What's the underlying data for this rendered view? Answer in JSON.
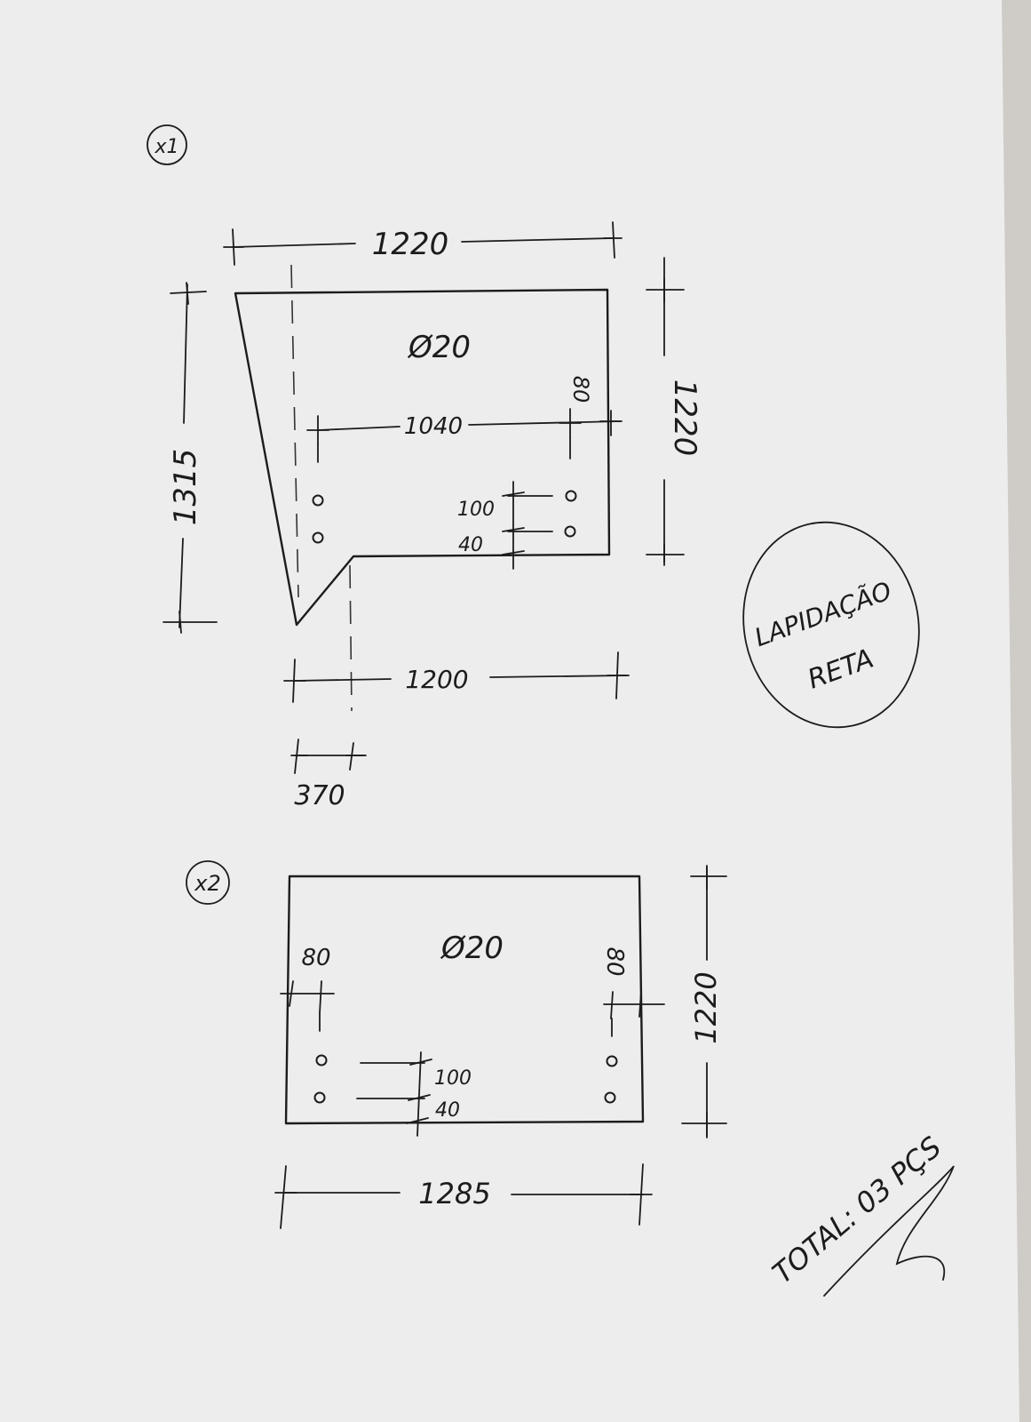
{
  "colors": {
    "paper": "#eeedee",
    "ink": "#1c1c1c",
    "background": "#cfccc7"
  },
  "part1": {
    "qty": "x1",
    "hole_dia": "Ø20",
    "dim_top": "1220",
    "dim_left": "1315",
    "dim_right": "1220",
    "dim_inner": "1040",
    "dim_edge": "80",
    "dim_hole_a": "100",
    "dim_hole_b": "40",
    "dim_bottom": "1200",
    "dim_offset": "370"
  },
  "part2": {
    "qty": "x2",
    "hole_dia": "Ø20",
    "dim_edge_left": "80",
    "dim_edge_right": "80",
    "dim_hole_a": "100",
    "dim_hole_b": "40",
    "dim_right": "1220",
    "dim_bottom": "1285"
  },
  "note": {
    "line1": "LAPIDAÇÃO",
    "line2": "RETA"
  },
  "total": "TOTAL: 03 PÇS"
}
